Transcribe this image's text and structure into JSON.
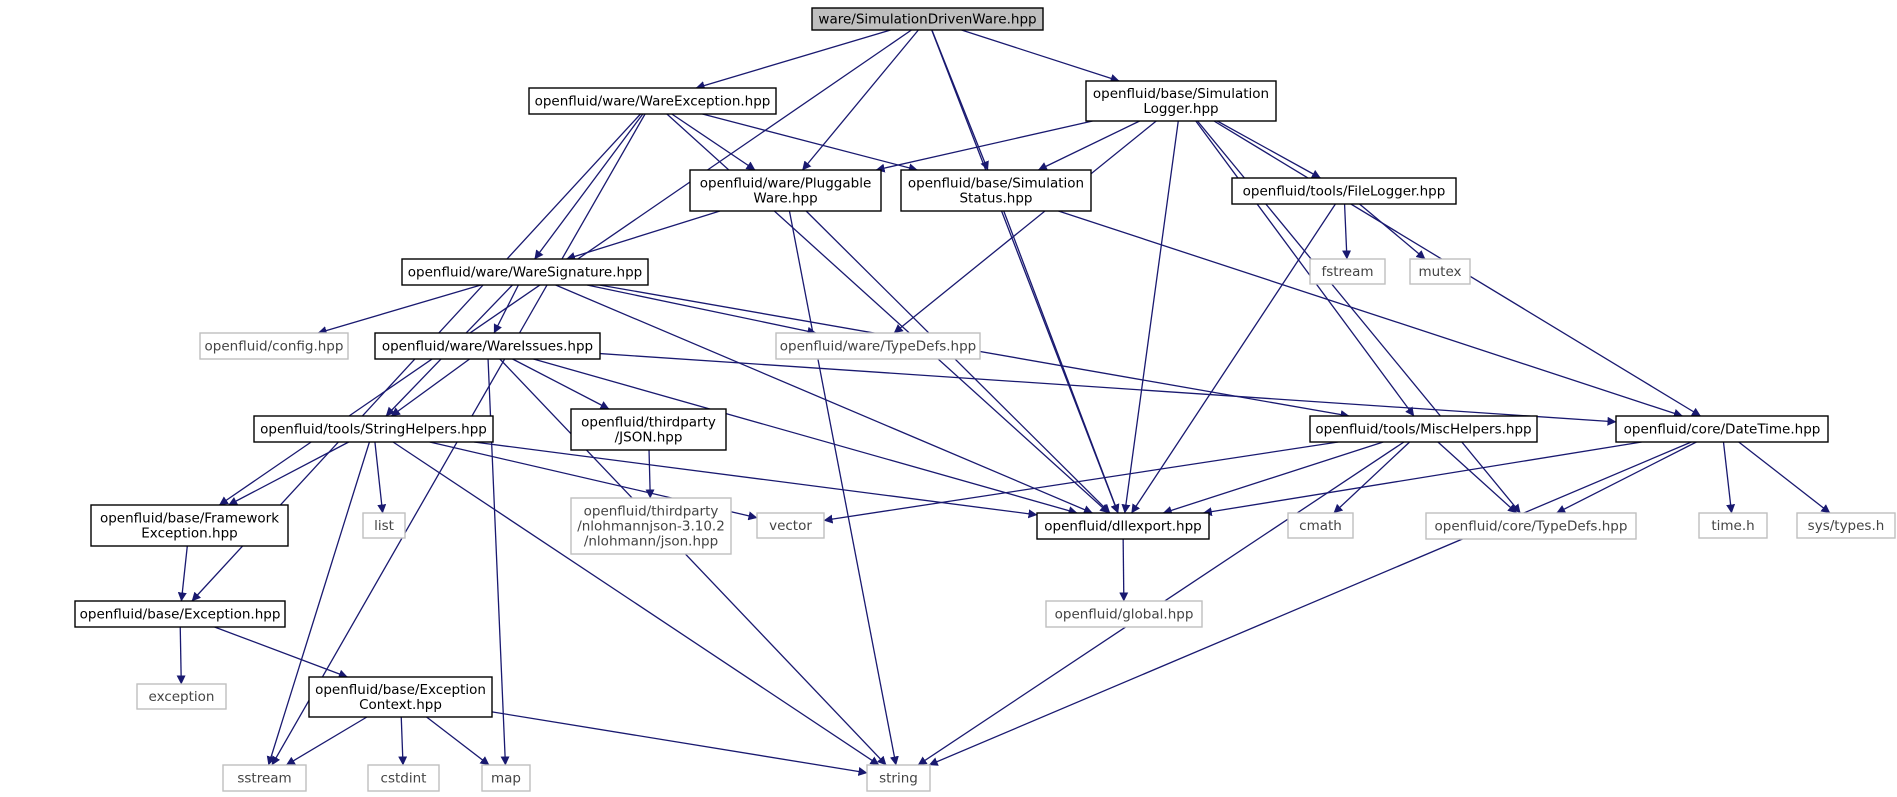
{
  "graph": {
    "colors": {
      "edge": "#191970",
      "root_fill": "#bfbfbf",
      "root_border": "#000000",
      "internal_border": "#000000",
      "external_border": "#bfbfbf",
      "node_fill": "#ffffff"
    },
    "nodes": [
      {
        "id": "root",
        "lines": [
          "ware/SimulationDrivenWare.hpp"
        ],
        "kind": "root"
      },
      {
        "id": "wareexception",
        "lines": [
          "openfluid/ware/WareException.hpp"
        ],
        "kind": "internal"
      },
      {
        "id": "simlogger",
        "lines": [
          "openfluid/base/Simulation",
          "Logger.hpp"
        ],
        "kind": "internal"
      },
      {
        "id": "pluggable",
        "lines": [
          "openfluid/ware/Pluggable",
          "Ware.hpp"
        ],
        "kind": "internal"
      },
      {
        "id": "simstatus",
        "lines": [
          "openfluid/base/Simulation",
          "Status.hpp"
        ],
        "kind": "internal"
      },
      {
        "id": "filelogger",
        "lines": [
          "openfluid/tools/FileLogger.hpp"
        ],
        "kind": "internal"
      },
      {
        "id": "fstream",
        "lines": [
          "fstream"
        ],
        "kind": "external"
      },
      {
        "id": "mutex",
        "lines": [
          "mutex"
        ],
        "kind": "external"
      },
      {
        "id": "waresig",
        "lines": [
          "openfluid/ware/WareSignature.hpp"
        ],
        "kind": "internal"
      },
      {
        "id": "config",
        "lines": [
          "openfluid/config.hpp"
        ],
        "kind": "external"
      },
      {
        "id": "wareissues",
        "lines": [
          "openfluid/ware/WareIssues.hpp"
        ],
        "kind": "internal"
      },
      {
        "id": "waretypedefs",
        "lines": [
          "openfluid/ware/TypeDefs.hpp"
        ],
        "kind": "external"
      },
      {
        "id": "strhelpers",
        "lines": [
          "openfluid/tools/StringHelpers.hpp"
        ],
        "kind": "internal"
      },
      {
        "id": "json",
        "lines": [
          "openfluid/thirdparty",
          "/JSON.hpp"
        ],
        "kind": "internal"
      },
      {
        "id": "mischelpers",
        "lines": [
          "openfluid/tools/MiscHelpers.hpp"
        ],
        "kind": "internal"
      },
      {
        "id": "datetime",
        "lines": [
          "openfluid/core/DateTime.hpp"
        ],
        "kind": "internal"
      },
      {
        "id": "fwexception",
        "lines": [
          "openfluid/base/Framework",
          "Exception.hpp"
        ],
        "kind": "internal"
      },
      {
        "id": "list",
        "lines": [
          "list"
        ],
        "kind": "external"
      },
      {
        "id": "nlohmann",
        "lines": [
          "openfluid/thirdparty",
          "/nlohmannjson-3.10.2",
          "/nlohmann/json.hpp"
        ],
        "kind": "external"
      },
      {
        "id": "vector",
        "lines": [
          "vector"
        ],
        "kind": "external"
      },
      {
        "id": "dllexport",
        "lines": [
          "openfluid/dllexport.hpp"
        ],
        "kind": "internal"
      },
      {
        "id": "cmath",
        "lines": [
          "cmath"
        ],
        "kind": "external"
      },
      {
        "id": "coretypedefs",
        "lines": [
          "openfluid/core/TypeDefs.hpp"
        ],
        "kind": "external"
      },
      {
        "id": "timeh",
        "lines": [
          "time.h"
        ],
        "kind": "external"
      },
      {
        "id": "systypes",
        "lines": [
          "sys/types.h"
        ],
        "kind": "external"
      },
      {
        "id": "exception",
        "lines": [
          "openfluid/base/Exception.hpp"
        ],
        "kind": "internal"
      },
      {
        "id": "global",
        "lines": [
          "openfluid/global.hpp"
        ],
        "kind": "external"
      },
      {
        "id": "exceptionstd",
        "lines": [
          "exception"
        ],
        "kind": "external"
      },
      {
        "id": "exccontext",
        "lines": [
          "openfluid/base/Exception",
          "Context.hpp"
        ],
        "kind": "internal"
      },
      {
        "id": "sstream",
        "lines": [
          "sstream"
        ],
        "kind": "external"
      },
      {
        "id": "cstdint",
        "lines": [
          "cstdint"
        ],
        "kind": "external"
      },
      {
        "id": "map",
        "lines": [
          "map"
        ],
        "kind": "external"
      },
      {
        "id": "string",
        "lines": [
          "string"
        ],
        "kind": "external"
      }
    ],
    "edges": [
      [
        "root",
        "wareexception"
      ],
      [
        "root",
        "simlogger"
      ],
      [
        "root",
        "pluggable"
      ],
      [
        "root",
        "simstatus"
      ],
      [
        "root",
        "fwexception"
      ],
      [
        "root",
        "dllexport"
      ],
      [
        "wareexception",
        "pluggable"
      ],
      [
        "wareexception",
        "simstatus"
      ],
      [
        "wareexception",
        "waresig"
      ],
      [
        "wareexception",
        "dllexport"
      ],
      [
        "wareexception",
        "exception"
      ],
      [
        "wareexception",
        "sstream"
      ],
      [
        "simlogger",
        "pluggable"
      ],
      [
        "simlogger",
        "simstatus"
      ],
      [
        "simlogger",
        "filelogger"
      ],
      [
        "simlogger",
        "waretypedefs"
      ],
      [
        "simlogger",
        "dllexport"
      ],
      [
        "simlogger",
        "mischelpers"
      ],
      [
        "simlogger",
        "coretypedefs"
      ],
      [
        "simlogger",
        "datetime"
      ],
      [
        "pluggable",
        "waresig"
      ],
      [
        "pluggable",
        "dllexport"
      ],
      [
        "pluggable",
        "string"
      ],
      [
        "simstatus",
        "dllexport"
      ],
      [
        "simstatus",
        "datetime"
      ],
      [
        "filelogger",
        "fstream"
      ],
      [
        "filelogger",
        "mutex"
      ],
      [
        "filelogger",
        "dllexport"
      ],
      [
        "waresig",
        "config"
      ],
      [
        "waresig",
        "wareissues"
      ],
      [
        "waresig",
        "waretypedefs"
      ],
      [
        "waresig",
        "strhelpers"
      ],
      [
        "waresig",
        "mischelpers"
      ],
      [
        "waresig",
        "dllexport"
      ],
      [
        "wareissues",
        "strhelpers"
      ],
      [
        "wareissues",
        "json"
      ],
      [
        "wareissues",
        "datetime"
      ],
      [
        "wareissues",
        "dllexport"
      ],
      [
        "wareissues",
        "map"
      ],
      [
        "wareissues",
        "string"
      ],
      [
        "strhelpers",
        "fwexception"
      ],
      [
        "strhelpers",
        "list"
      ],
      [
        "strhelpers",
        "vector"
      ],
      [
        "strhelpers",
        "dllexport"
      ],
      [
        "strhelpers",
        "sstream"
      ],
      [
        "strhelpers",
        "string"
      ],
      [
        "json",
        "nlohmann"
      ],
      [
        "mischelpers",
        "vector"
      ],
      [
        "mischelpers",
        "dllexport"
      ],
      [
        "mischelpers",
        "cmath"
      ],
      [
        "mischelpers",
        "coretypedefs"
      ],
      [
        "mischelpers",
        "string"
      ],
      [
        "datetime",
        "dllexport"
      ],
      [
        "datetime",
        "coretypedefs"
      ],
      [
        "datetime",
        "timeh"
      ],
      [
        "datetime",
        "systypes"
      ],
      [
        "datetime",
        "string"
      ],
      [
        "fwexception",
        "exception"
      ],
      [
        "exception",
        "exceptionstd"
      ],
      [
        "exception",
        "exccontext"
      ],
      [
        "dllexport",
        "global"
      ],
      [
        "exccontext",
        "sstream"
      ],
      [
        "exccontext",
        "cstdint"
      ],
      [
        "exccontext",
        "map"
      ],
      [
        "exccontext",
        "string"
      ]
    ]
  }
}
